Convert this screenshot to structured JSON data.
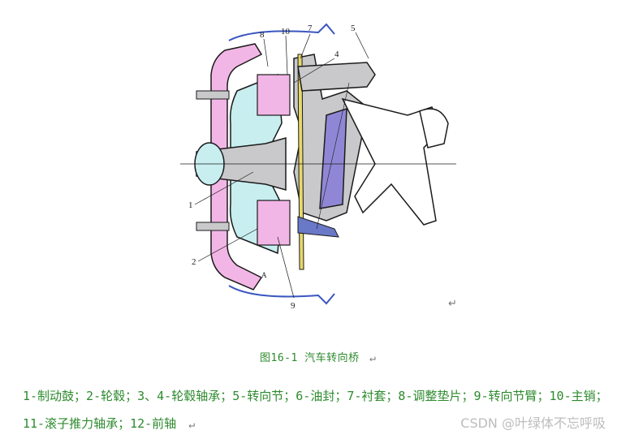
{
  "figure": {
    "part_numbers": [
      "1",
      "2",
      "4",
      "5",
      "7",
      "8",
      "9",
      "10"
    ],
    "axis_letter_a": "A",
    "return_mark": "↵"
  },
  "caption": {
    "text": "图16-1  汽车转向桥",
    "return_mark": "↵"
  },
  "legend": {
    "text": "1-制动鼓；2-轮毂；3、4-轮毂轴承；5-转向节；6-油封；7-衬套；8-调整垫片；9-转向节臂；10-主销；11-滚子推力轴承；12-前轴",
    "return_mark": "↵"
  },
  "watermark": {
    "text": "CSDN @叶绿体不忘呼吸"
  },
  "colors": {
    "caption_text": "#2d8a2d",
    "hub_cyan": "#c8eef0",
    "drum_pink": "#f2b6e6",
    "knuckle_gray": "#c9c9cc",
    "seal_blue": "#6a78c8",
    "kingpin_violet": "#8f87d6",
    "bushing_yellow": "#e7d86a"
  }
}
